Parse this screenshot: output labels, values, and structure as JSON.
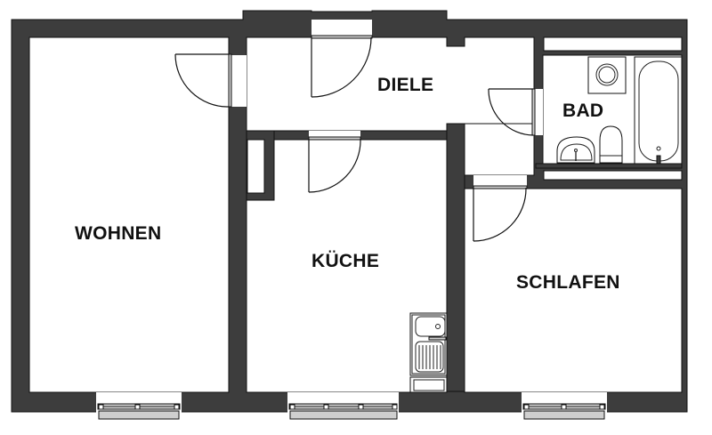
{
  "plan": {
    "type": "apartment-floor-plan",
    "wall_color": "#3d3d3d",
    "background": "#ffffff"
  },
  "rooms": {
    "wohnen": {
      "label": "WOHNEN"
    },
    "diele": {
      "label": "DIELE"
    },
    "kueche": {
      "label": "KÜCHE"
    },
    "bad": {
      "label": "BAD"
    },
    "schlafen": {
      "label": "SCHLAFEN"
    }
  },
  "fixtures": {
    "bad": [
      "washing-machine",
      "bathtub",
      "washbasin",
      "toilet"
    ],
    "kueche": [
      "sink-with-drainboard",
      "base-cabinet"
    ]
  },
  "openings": {
    "doors": [
      "entrance-door",
      "wohnen-door",
      "kueche-door",
      "bad-door",
      "schlafen-door"
    ],
    "windows": [
      "wohnen-window",
      "kueche-window",
      "schlafen-window"
    ]
  }
}
